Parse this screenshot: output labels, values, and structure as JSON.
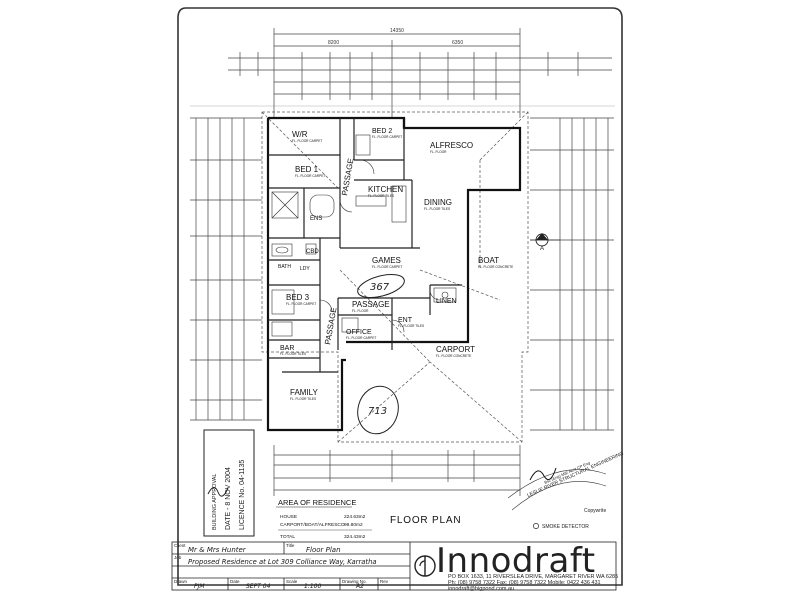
{
  "drawing": {
    "title": "FLOOR PLAN",
    "copyright": "Copywrite",
    "smoke_detector_note": "SMOKE DETECTOR",
    "overall_width": "14350",
    "top_dim_1": "8200",
    "top_dim_2": "6350",
    "section_mark": "A",
    "rooms": [
      {
        "key": "wir",
        "label": "W/R",
        "sub": "FL. FLOOR CARPET"
      },
      {
        "key": "bed2",
        "label": "BED 2",
        "sub": "FL. FLOOR CARPET"
      },
      {
        "key": "alfresco",
        "label": "ALFRESCO",
        "sub": "FL. FLOOR"
      },
      {
        "key": "bed1",
        "label": "BED 1",
        "sub": "FL. FLOOR CARPET"
      },
      {
        "key": "passage_top",
        "label": "PASSAGE",
        "sub": ""
      },
      {
        "key": "kitchen",
        "label": "KITCHEN",
        "sub": "FL. FLOOR TILES"
      },
      {
        "key": "dining",
        "label": "DINING",
        "sub": "FL. FLOOR TILES"
      },
      {
        "key": "games",
        "label": "GAMES",
        "sub": "FL. FLOOR CARPET"
      },
      {
        "key": "boat",
        "label": "BOAT",
        "sub": "FL. FLOOR CONCRETE"
      },
      {
        "key": "passage_mid",
        "label": "PASSAGE",
        "sub": "FL. FLOOR"
      },
      {
        "key": "linen",
        "label": "LINEN",
        "sub": ""
      },
      {
        "key": "bed3",
        "label": "BED 3",
        "sub": "FL. FLOOR CARPET"
      },
      {
        "key": "passage_left",
        "label": "PASSAGE",
        "sub": ""
      },
      {
        "key": "office",
        "label": "OFFICE",
        "sub": "FL. FLOOR CARPET"
      },
      {
        "key": "ent",
        "label": "ENT",
        "sub": "FL. FLOOR TILES"
      },
      {
        "key": "carport",
        "label": "CARPORT",
        "sub": "FL. FLOOR CONCRETE"
      },
      {
        "key": "bar",
        "label": "BAR",
        "sub": "FL. FLOOR TILES"
      },
      {
        "key": "family",
        "label": "FAMILY",
        "sub": "FL. FLOOR TILES"
      },
      {
        "key": "ens",
        "label": "ENS",
        "sub": ""
      },
      {
        "key": "cbd",
        "label": "CBD",
        "sub": ""
      },
      {
        "key": "bath",
        "label": "BATH",
        "sub": ""
      },
      {
        "key": "ldy",
        "label": "LDY",
        "sub": ""
      }
    ],
    "handwritten": [
      "367",
      "713"
    ]
  },
  "area": {
    "heading": "AREA OF RESIDENCE",
    "rows": [
      {
        "label": "HOUSE",
        "value": "224.63m2"
      },
      {
        "label": "CARPORT/BOAT/ALFRESCO",
        "value": "99.80m2"
      },
      {
        "label": "TOTAL",
        "value": "324.43m2"
      }
    ]
  },
  "stamp": {
    "lines": [
      "BUILDING APPROVAL",
      "DATE - 8 NOV 2004",
      "LICENCE No. 04-1135"
    ]
  },
  "engineer_stamp": {
    "lines": [
      "LESLIE RIVER STRUCTURAL ENGINEERING",
      "Bsc (Eng) MIE Aust CP Eng"
    ]
  },
  "title_block": {
    "client_label": "Client",
    "client": "Mr & Mrs Hunter",
    "title_label": "Title",
    "title": "Floor Plan",
    "job_label": "Job",
    "job": "Proposed Residence at Lot 309 Colliance Way, Karratha",
    "drawn_label": "Drawn",
    "drawn": "PJM",
    "date_label": "Date",
    "date": "SEPT 04",
    "scale_label": "Scale",
    "scale": "1:100",
    "drawing_no_label": "Drawing No.",
    "drawing_no": "A2",
    "sheet_label": "Rev",
    "sheet": ""
  },
  "company": {
    "name": "Innodraft",
    "address": "PO BOX 1633, 11 RIVERSLEA DRIVE, MARGARET RIVER WA 6285",
    "phone": "Ph: (08) 9758 7322  Fax: (08) 9758 7322  Mobile: 0422 436 431",
    "email": "innodraft@bigpond.com.au"
  }
}
